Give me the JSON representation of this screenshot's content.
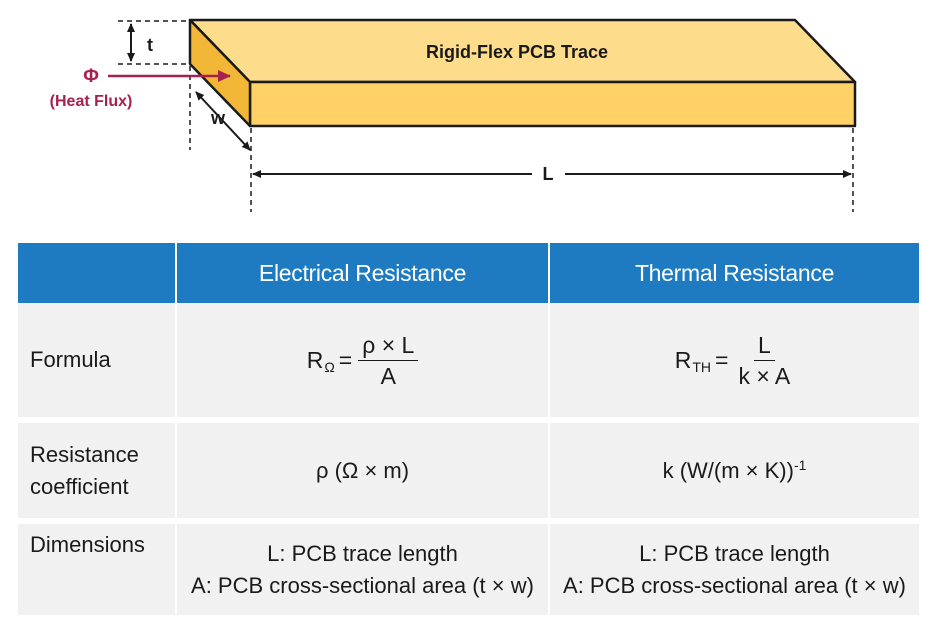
{
  "diagram": {
    "trace_label": "Rigid-Flex PCB Trace",
    "thickness_label": "t",
    "width_label": "w",
    "length_label": "L",
    "flux_symbol": "Φ",
    "flux_label": "(Heat Flux)",
    "colors": {
      "top_face": "#fddd8c",
      "front_face": "#ffd166",
      "end_face": "#f3b737",
      "flux": "#a8204d"
    }
  },
  "table": {
    "header": {
      "blank": "",
      "col1": "Electrical Resistance",
      "col2": "Thermal Resistance"
    },
    "rows": {
      "formula": {
        "label": "Formula",
        "elec": {
          "lhs": "R",
          "sub": "Ω",
          "eq": "=",
          "num": "ρ × L",
          "den": "A"
        },
        "therm": {
          "lhs": "R",
          "sub": "TH",
          "eq": "=",
          "num": "L",
          "den": "k × A"
        }
      },
      "coefficient": {
        "label_line1": "Resistance",
        "label_line2": "coefficient",
        "elec": "ρ (Ω × m)",
        "therm": "k (W/(m × K))",
        "therm_sup": "-1"
      },
      "dimensions": {
        "label": "Dimensions",
        "elec_line1": "L: PCB trace length",
        "elec_line2": "A: PCB cross-sectional area (t × w)",
        "therm_line1": "L: PCB trace length",
        "therm_line2": "A: PCB cross-sectional area (t × w)"
      }
    },
    "colors": {
      "header_bg": "#1f7bc1",
      "row_shade": "#f1f1f1"
    }
  }
}
